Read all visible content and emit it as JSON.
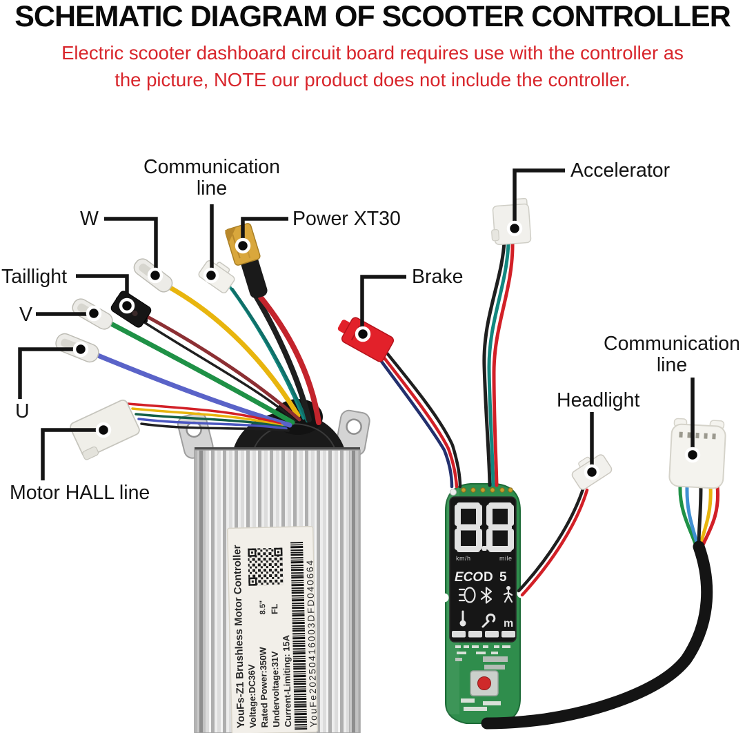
{
  "header": {
    "title": "SCHEMATIC DIAGRAM OF SCOOTER CONTROLLER",
    "subtitle": "Electric scooter dashboard circuit board requires use with the controller as\nthe picture, NOTE our product does not include the controller."
  },
  "callouts": {
    "communication_line_left": "Communication\nline",
    "w": "W",
    "power_xt30": "Power XT30",
    "taillight": "Taillight",
    "v": "V",
    "u": "U",
    "motor_hall_line": "Motor HALL line",
    "accelerator": "Accelerator",
    "brake": "Brake",
    "headlight": "Headlight",
    "communication_line_right": "Communication\nline"
  },
  "controller_label": {
    "product": "YouFs-Z1 Brushless Motor Controller",
    "voltage": "Voltage:DC36V",
    "rated_power": "Rated Power:350W",
    "undervoltage": "Undervoltage:31V",
    "current_limiting": "Current-Limiting: 15A",
    "wheel_size": "8.5\"",
    "code": "FL",
    "serial": "YouFe20250416003DFD040664"
  },
  "display": {
    "speed": "88",
    "unit_left": "km/h",
    "unit_right": "mile",
    "mode": "ECO",
    "gear": "D",
    "level": "5",
    "cruise_letter": "m"
  },
  "colors": {
    "subtitle_red": "#d8252b",
    "callout_black": "#151515",
    "controller_silver": "#d6d6d6",
    "sticker_white": "#f2efe9",
    "pcb_green": "#2f8d4c",
    "display_black": "#161616",
    "digit_gray": "#e2e2e2",
    "button_red": "#cf2a2a",
    "xt30_amber": "#d9a73c",
    "brake_red": "#e2212a",
    "wire_yellow": "#e8b50e",
    "wire_red": "#d22027",
    "wire_maroon": "#8c2f33",
    "wire_green": "#1f9146",
    "wire_blue": "#5a63c8",
    "wire_teal": "#12877f",
    "wire_navy": "#23306e",
    "wire_black": "#1f1f1f"
  }
}
